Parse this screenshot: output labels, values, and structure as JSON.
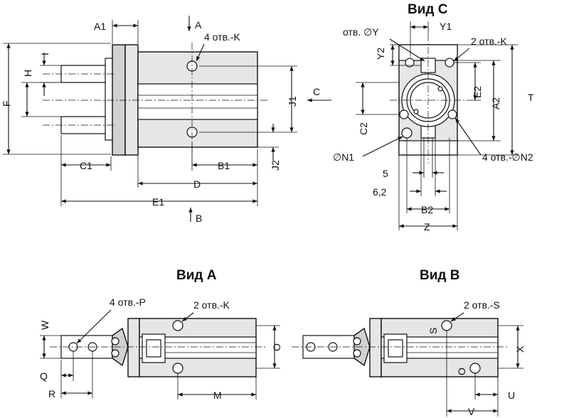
{
  "views": {
    "view_c": "Вид C",
    "view_a": "Вид A",
    "view_b": "Вид B"
  },
  "front_view": {
    "direction_a": "A",
    "direction_b": "B",
    "direction_c": "C",
    "callout_holes_k": "4 отв.-K",
    "dims": {
      "a1": "A1",
      "i": "I",
      "h": "H",
      "f": "F",
      "c1": "C1",
      "j1": "J1",
      "j2": "J2",
      "b1": "B1",
      "d": "D",
      "e1": "E1"
    }
  },
  "view_c_dims": {
    "hole_y": "отв. ∅Y",
    "y1": "Y1",
    "y2": "Y2",
    "holes_k": "2 отв.-K",
    "e2": "E2",
    "a2": "A2",
    "t": "T",
    "c2": "C2",
    "n1": "∅N1",
    "holes_n2": "4 отв.-∅N2",
    "d5": "5",
    "d62": "6,2",
    "b2": "B2",
    "z": "Z"
  },
  "view_a_dims": {
    "holes_p": "4 отв.-P",
    "holes_k": "2 отв.-K",
    "w": "W",
    "o": "O",
    "q": "Q",
    "r": "R",
    "m": "M"
  },
  "view_b_dims": {
    "holes_s": "2 отв.-S",
    "s": "S",
    "x": "X",
    "o": "O",
    "u": "U",
    "v": "V"
  }
}
